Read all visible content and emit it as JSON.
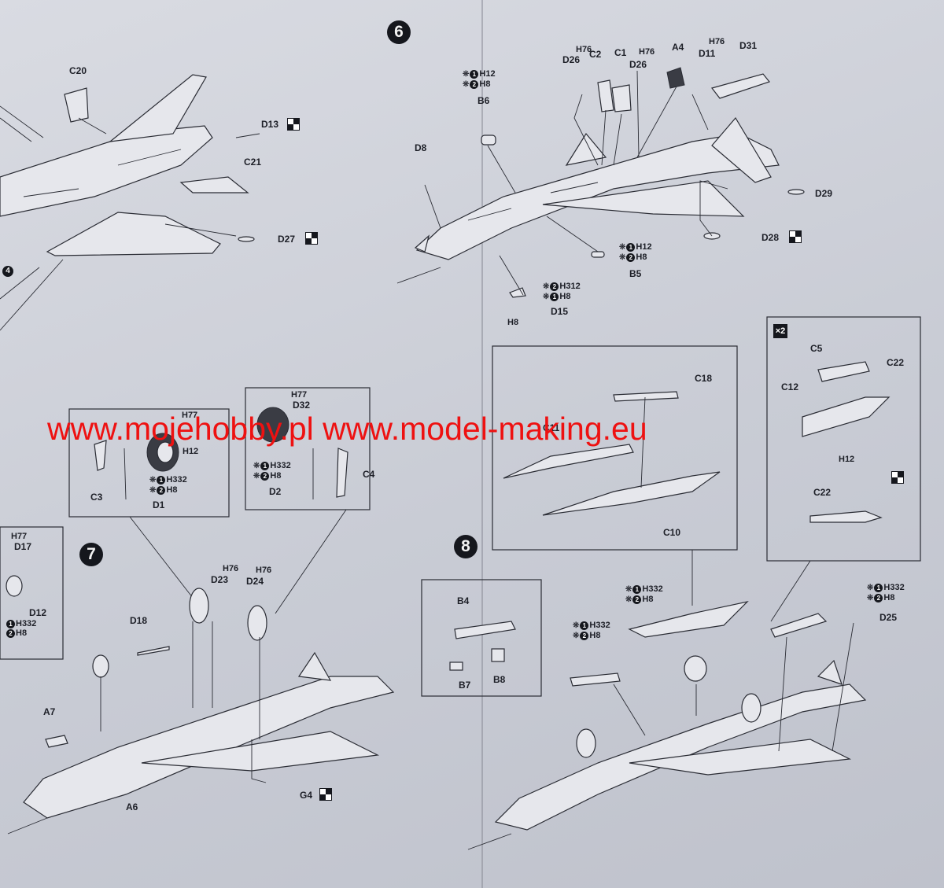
{
  "steps": {
    "s6": "6",
    "s7": "7",
    "s8": "8",
    "s4": "4"
  },
  "paint": {
    "h12": "H12",
    "h8": "H8",
    "h332": "H332",
    "h312": "H312",
    "h76": "H76",
    "h77": "H77"
  },
  "labels": {
    "c20": "C20",
    "d13": "D13",
    "c21": "C21",
    "d27": "D27",
    "h12": "H12",
    "h8": "H8",
    "b6": "B6",
    "d8": "D8",
    "h76": "H76",
    "d26": "D26",
    "c2": "C2",
    "c1": "C1",
    "a4": "A4",
    "d11": "D11",
    "d31": "D31",
    "d29": "D29",
    "d28": "D28",
    "b5": "B5",
    "h312": "H312",
    "d15": "D15",
    "h77": "H77",
    "c3": "C3",
    "d1": "D1",
    "h332": "H332",
    "d32": "D32",
    "c4": "C4",
    "d2": "D2",
    "d17": "D17",
    "d12": "D12",
    "d23": "D23",
    "d24": "D24",
    "d18": "D18",
    "a7": "A7",
    "a6": "A6",
    "g4": "G4",
    "c18": "C18",
    "c11": "C11",
    "c10": "C10",
    "b4": "B4",
    "b7": "B7",
    "b8": "B8",
    "c5": "C5",
    "c12": "C12",
    "c22": "C22",
    "d25": "D25",
    "x2": "×2"
  },
  "watermark": "www.mojehobby.pl www.model-making.eu",
  "marks": {
    "decal": "decal-mark"
  }
}
